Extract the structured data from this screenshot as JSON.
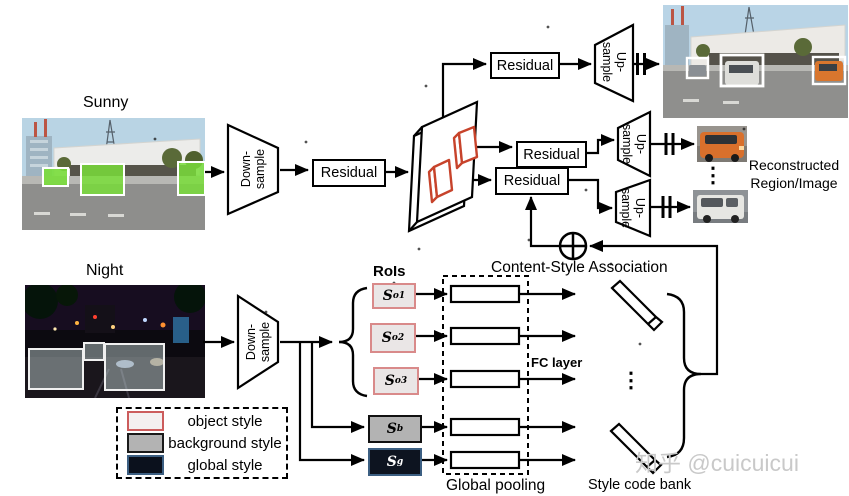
{
  "figure": {
    "inputs": {
      "sunny": "Sunny",
      "night": "Night"
    },
    "blocks": {
      "residual": "Residual",
      "downsample": {
        "line1": "Down-",
        "line2": "sample"
      },
      "upsample": {
        "line1": "Up-",
        "line2": "sample"
      }
    },
    "rois": {
      "title": "RoIs",
      "items": [
        {
          "base": "S",
          "sub": "o1",
          "type": "object"
        },
        {
          "base": "S",
          "sub": "o2",
          "type": "object"
        },
        {
          "base": "S",
          "sub": "o3",
          "type": "object"
        },
        {
          "base": "S",
          "sub": "b",
          "type": "background"
        },
        {
          "base": "S",
          "sub": "g",
          "type": "global"
        }
      ]
    },
    "labels": {
      "content_style_association": "Content-Style Association",
      "fc_layer": "FC layer",
      "global_pooling": "Global pooling",
      "style_code_bank": "Style code bank",
      "reconstructed_line1": "Reconstructed",
      "reconstructed_line2": "Region/Image",
      "ellipsis": "⋮"
    },
    "legend": {
      "items": [
        {
          "label": "object style",
          "fill": "#f4efef",
          "border": "#cc5c5c"
        },
        {
          "label": "background style",
          "fill": "#b3b3b3",
          "border": "#1a1a1a"
        },
        {
          "label": "global style",
          "fill": "#0b111d",
          "border": "#3c5f82"
        }
      ]
    },
    "watermark": "知乎 @cuicuicui",
    "colors": {
      "line": "#000000",
      "roi_highlight": "#c7432b",
      "green_annotation_box": "#79dd3a",
      "night_annotation_box": "#f0f0f0"
    }
  }
}
